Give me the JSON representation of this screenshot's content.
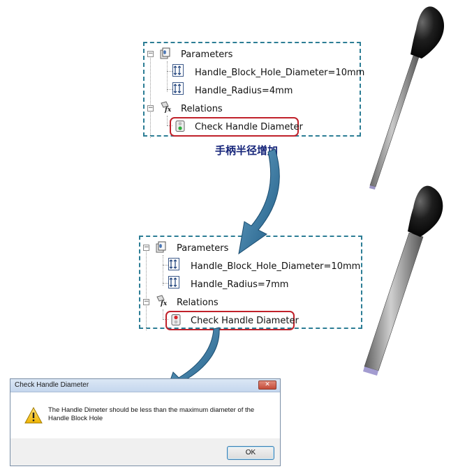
{
  "panel_top": {
    "parameters_label": "Parameters",
    "param1": "Handle_Block_Hole_Diameter=10mm",
    "param2": "Handle_Radius=4mm",
    "relations_label": "Relations",
    "check": "Check Handle Diameter",
    "check_status": "green"
  },
  "caption": "手柄半径增加",
  "panel_bottom": {
    "parameters_label": "Parameters",
    "param1": "Handle_Block_Hole_Diameter=10mm",
    "param2": "Handle_Radius=7mm",
    "relations_label": "Relations",
    "check": "Check Handle Diameter",
    "check_status": "red"
  },
  "dialog": {
    "title": "Check Handle Diameter",
    "close_label": "✕",
    "message": "The Handle Dimeter should be less than the maximum diameter of the Handle Block Hole",
    "ok_label": "OK",
    "icon": "warning-icon"
  },
  "colors": {
    "panel_border": "#2c7d95",
    "highlight": "#c0212a",
    "arrow": "#2f6d93",
    "caption": "#16257a"
  }
}
